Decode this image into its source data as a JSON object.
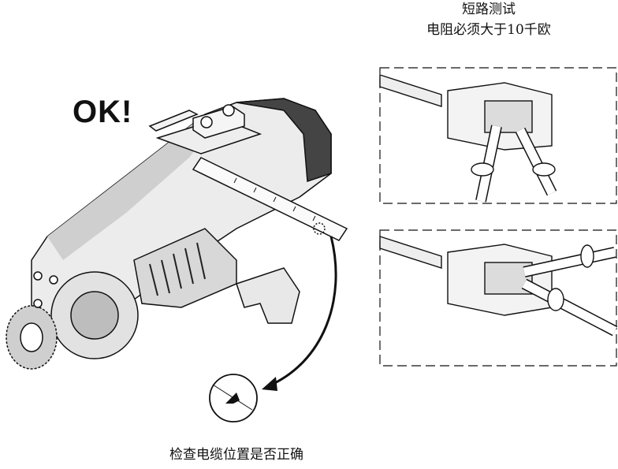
{
  "labels": {
    "ok": "OK!",
    "short_test_line1": "短路测试",
    "short_test_line2": "电阻必须大于10千欧",
    "check_cable": "检查电缆位置是否正确"
  }
}
